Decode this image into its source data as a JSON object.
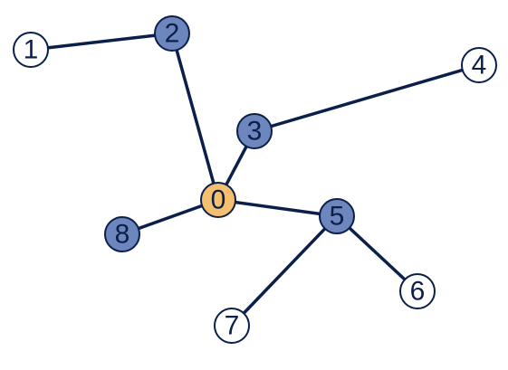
{
  "graph": {
    "colors": {
      "edge": "#0b1f4a",
      "node_stroke": "#0b1f4a",
      "label": "#0b1f4a",
      "fill_blue": "#6d86bd",
      "fill_orange": "#f4c070",
      "fill_white": "#ffffff"
    },
    "nodes": [
      {
        "id": "0",
        "label": "0",
        "fill": "orange"
      },
      {
        "id": "1",
        "label": "1",
        "fill": "white"
      },
      {
        "id": "2",
        "label": "2",
        "fill": "blue"
      },
      {
        "id": "3",
        "label": "3",
        "fill": "blue"
      },
      {
        "id": "4",
        "label": "4",
        "fill": "white"
      },
      {
        "id": "5",
        "label": "5",
        "fill": "blue"
      },
      {
        "id": "6",
        "label": "6",
        "fill": "white"
      },
      {
        "id": "7",
        "label": "7",
        "fill": "white"
      },
      {
        "id": "8",
        "label": "8",
        "fill": "blue"
      }
    ],
    "edges": [
      {
        "from": "1",
        "to": "2"
      },
      {
        "from": "2",
        "to": "0"
      },
      {
        "from": "3",
        "to": "0"
      },
      {
        "from": "3",
        "to": "4"
      },
      {
        "from": "0",
        "to": "8"
      },
      {
        "from": "0",
        "to": "5"
      },
      {
        "from": "5",
        "to": "6"
      },
      {
        "from": "5",
        "to": "7"
      }
    ]
  }
}
